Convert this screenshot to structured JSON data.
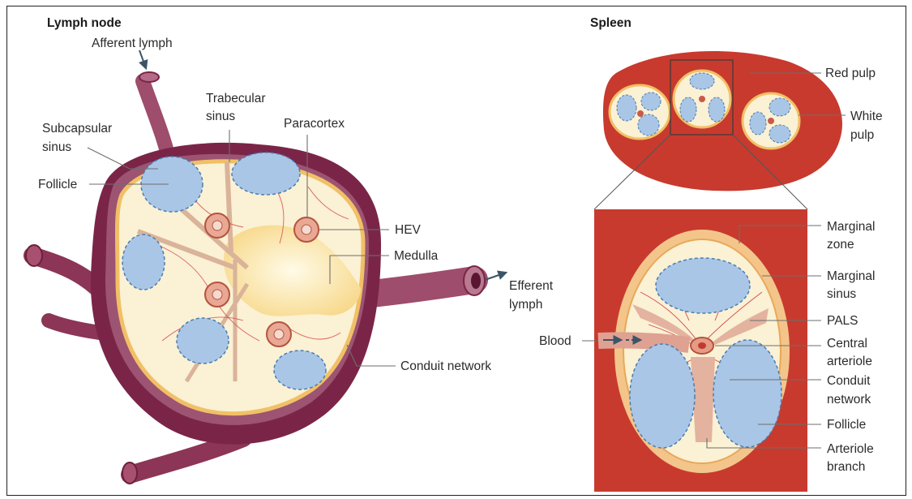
{
  "titles": {
    "lymph_node": "Lymph node",
    "spleen": "Spleen"
  },
  "lymph_node_labels": {
    "afferent_lymph": "Afferent lymph",
    "trabecular_sinus_1": "Trabecular",
    "trabecular_sinus_2": "sinus",
    "subcapsular_sinus_1": "Subcapsular",
    "subcapsular_sinus_2": "sinus",
    "paracortex": "Paracortex",
    "follicle": "Follicle",
    "hev": "HEV",
    "medulla": "Medulla",
    "efferent_lymph_1": "Efferent",
    "efferent_lymph_2": "lymph",
    "conduit_network": "Conduit network"
  },
  "spleen_labels": {
    "red_pulp": "Red pulp",
    "white_pulp_1": "White",
    "white_pulp_2": "pulp",
    "marginal_zone_1": "Marginal",
    "marginal_zone_2": "zone",
    "marginal_sinus_1": "Marginal",
    "marginal_sinus_2": "sinus",
    "pals": "PALS",
    "blood": "Blood",
    "central_arteriole_1": "Central",
    "central_arteriole_2": "arteriole",
    "conduit_network_1": "Conduit",
    "conduit_network_2": "network",
    "follicle": "Follicle",
    "arteriole_branch_1": "Arteriole",
    "arteriole_branch_2": "branch"
  },
  "colors": {
    "capsule": "#7a2547",
    "capsule_light": "#b27590",
    "cortex_fill": "#fbf1d4",
    "yellow_border": "#f1c066",
    "follicle_blue": "#a9c6e6",
    "red_pulp": "#c83a2e",
    "pals": "#e3b39f",
    "conduit": "#d2484e"
  },
  "icons": [
    "arrow-icon"
  ]
}
